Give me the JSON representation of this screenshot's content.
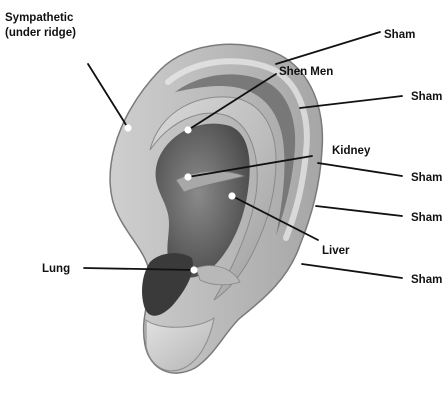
{
  "diagram": {
    "labels": {
      "sympathetic_line1": "Sympathetic",
      "sympathetic_line2": "(under ridge)",
      "shen_men": "Shen Men",
      "kidney": "Kidney",
      "liver": "Liver",
      "lung": "Lung",
      "sham_1": "Sham",
      "sham_2": "Sham",
      "sham_3": "Sham",
      "sham_4": "Sham",
      "sham_5": "Sham"
    }
  }
}
